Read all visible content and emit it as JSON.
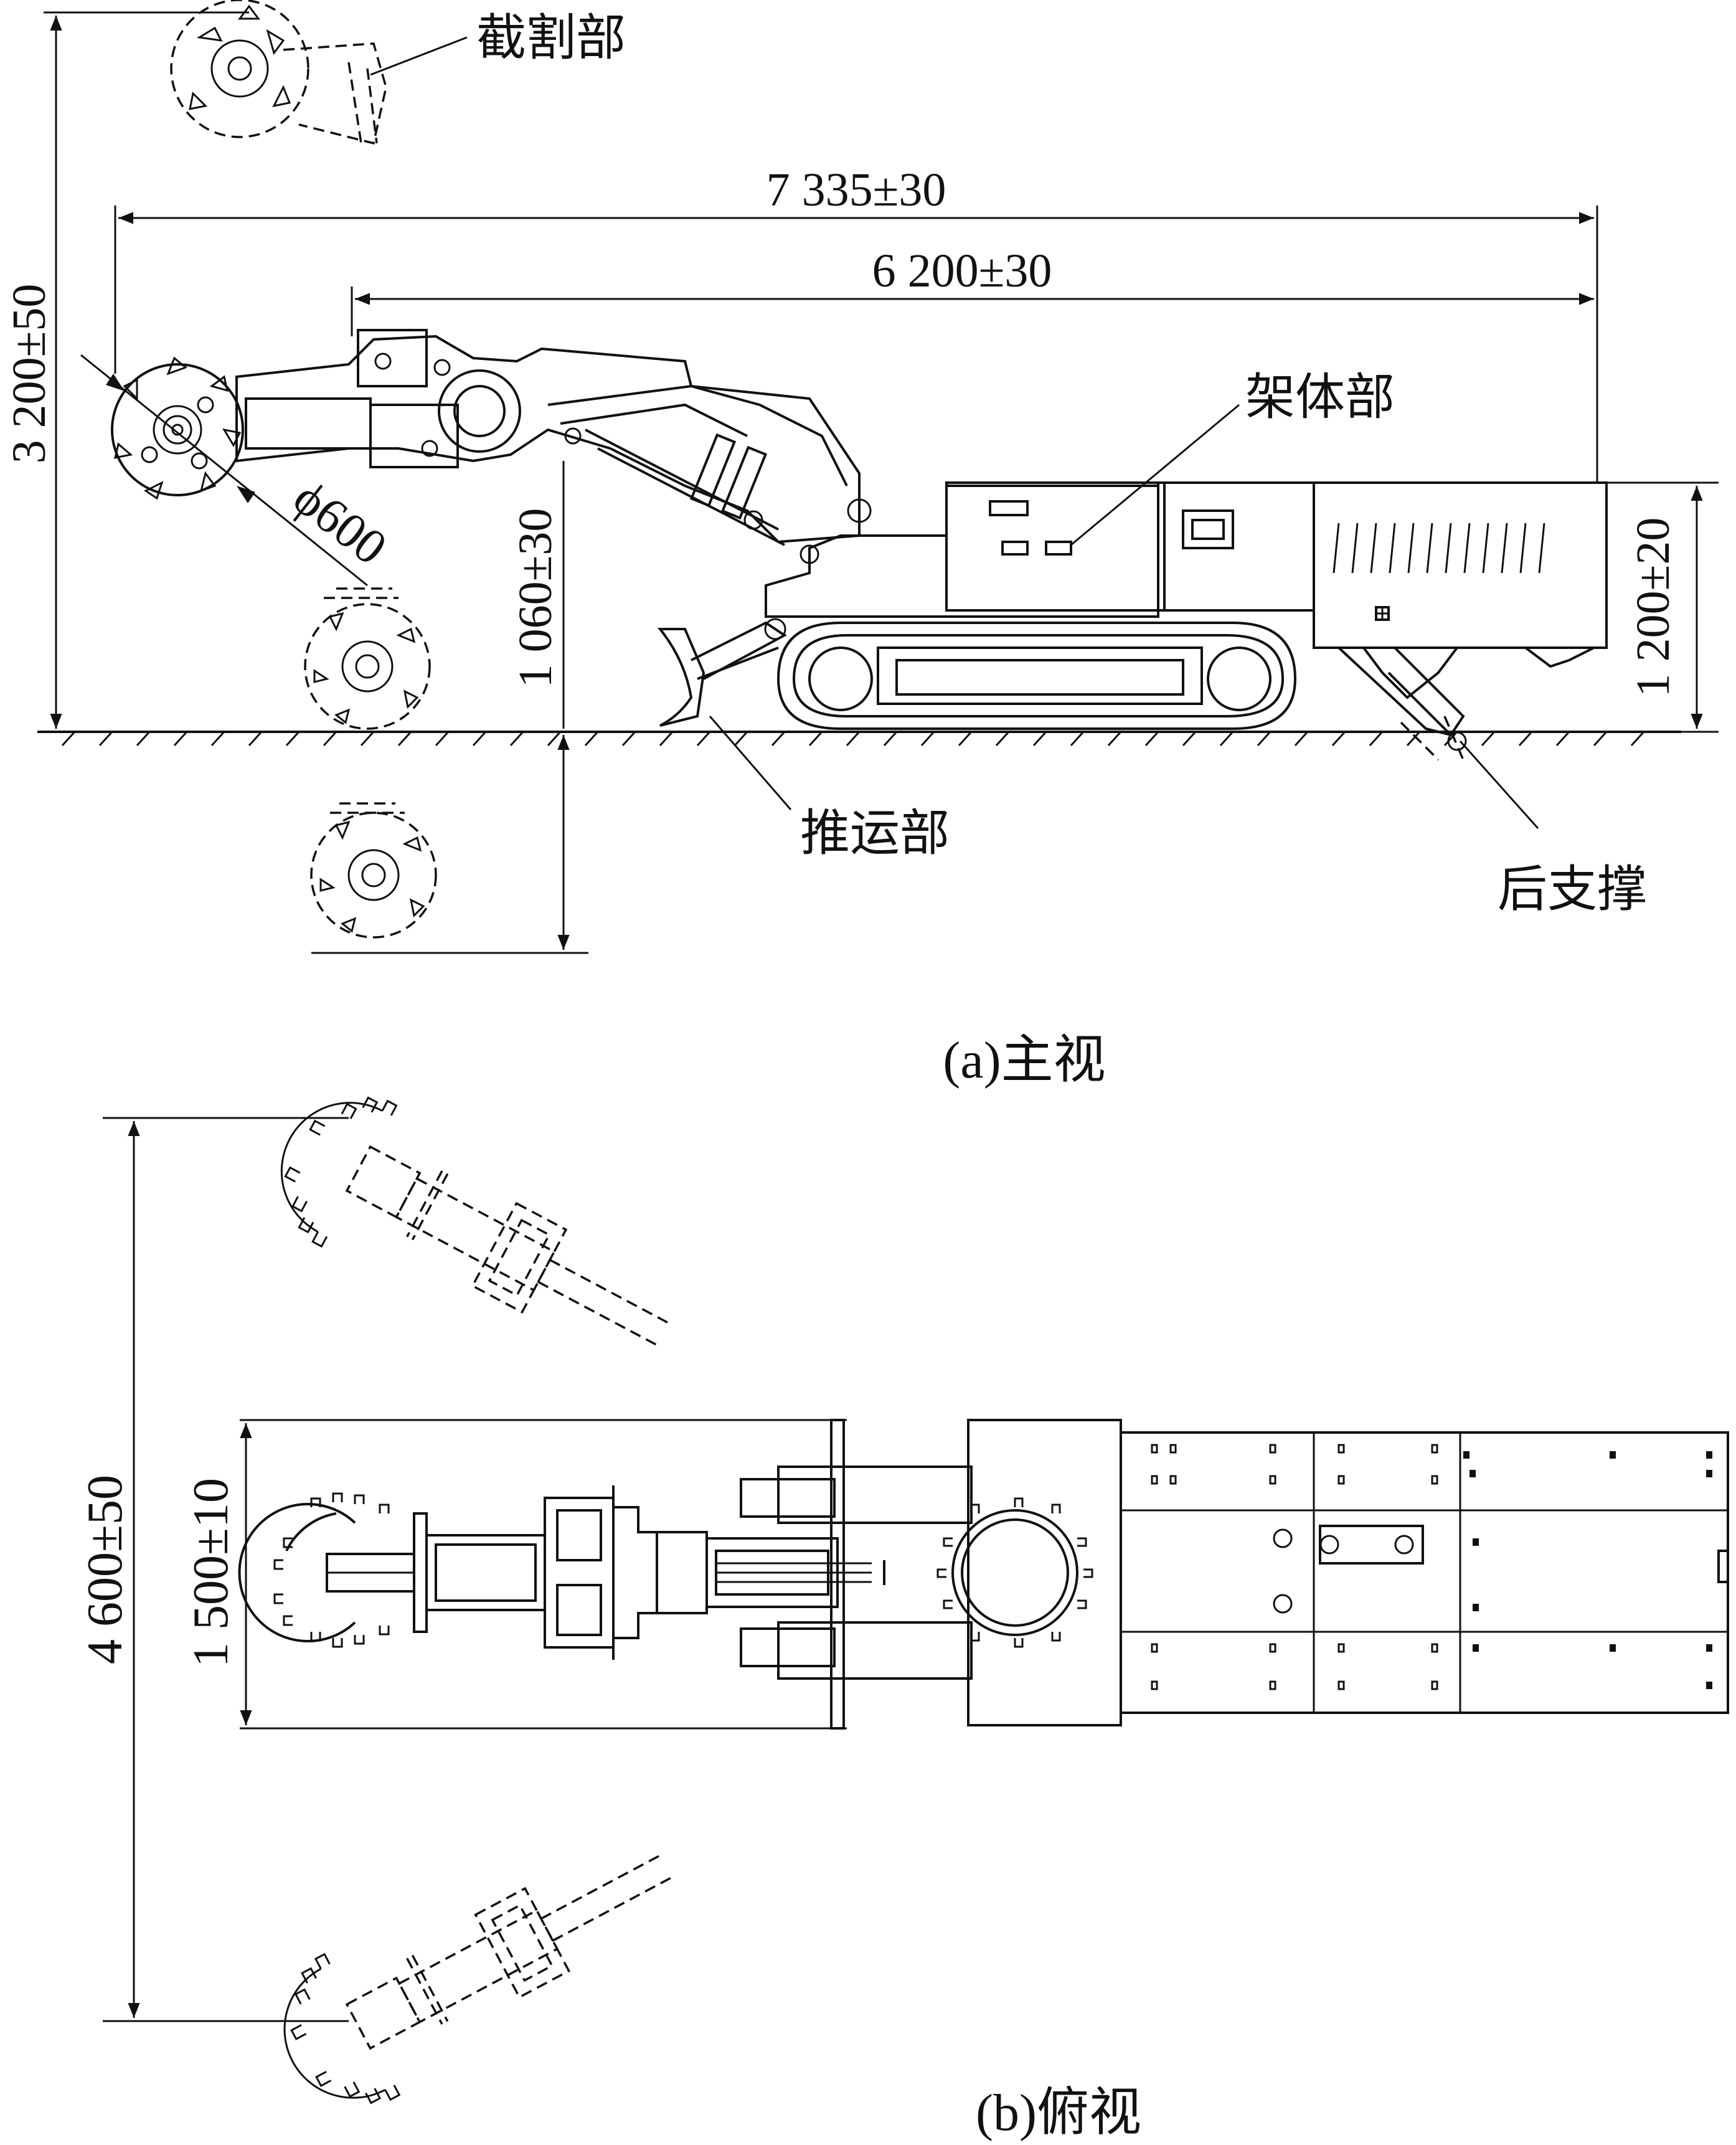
{
  "front_view": {
    "caption": "(a)主视",
    "callouts": {
      "cutting": "截割部",
      "frame": "架体部",
      "push": "推运部",
      "rear_support": "后支撑"
    },
    "dimensions": {
      "total_length": "7 335±30",
      "body_length": "6 200±30",
      "total_height": "3 200±50",
      "body_height": "1 200±20",
      "depth": "1 060±30",
      "drum_diameter": "ϕ600"
    }
  },
  "top_view": {
    "caption": "(b)俯视",
    "dimensions": {
      "total_width": "4 600±50",
      "body_width": "1 500±10"
    }
  }
}
